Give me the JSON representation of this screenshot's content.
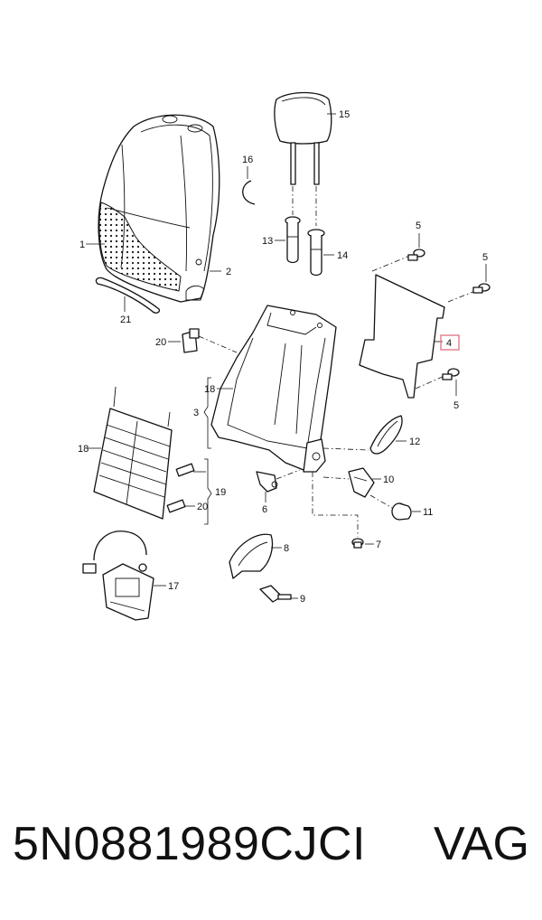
{
  "callouts": {
    "c1": "1",
    "c2": "2",
    "c3": "3",
    "c4": "4",
    "c5a": "5",
    "c5b": "5",
    "c5c": "5",
    "c6": "6",
    "c7": "7",
    "c8": "8",
    "c9": "9",
    "c10": "10",
    "c11": "11",
    "c12": "12",
    "c13": "13",
    "c14": "14",
    "c15": "15",
    "c16": "16",
    "c17": "17",
    "c18a": "18",
    "c18b": "18",
    "c19": "19",
    "c20a": "20",
    "c20b": "20",
    "c21": "21"
  },
  "caption": {
    "part_number": "5N0881989CJCI",
    "brand": "VAG"
  },
  "colors": {
    "line": "#111111",
    "highlight_box": "#e07080"
  }
}
